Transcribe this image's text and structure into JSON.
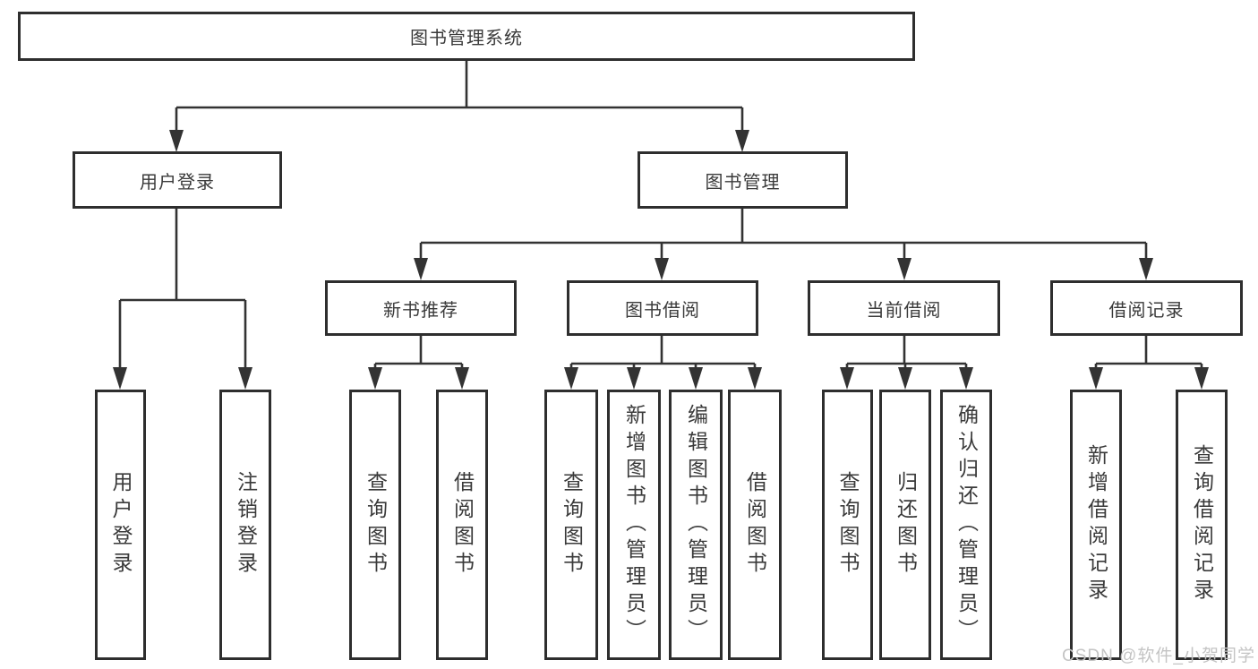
{
  "tree": {
    "root": {
      "label": "图书管理系统"
    },
    "branches": [
      {
        "label": "用户登录",
        "children": [
          {
            "label": "用户登录"
          },
          {
            "label": "注销登录"
          }
        ]
      },
      {
        "label": "图书管理",
        "children": [
          {
            "label": "新书推荐",
            "children": [
              {
                "label": "查询图书"
              },
              {
                "label": "借阅图书"
              }
            ]
          },
          {
            "label": "图书借阅",
            "children": [
              {
                "label": "查询图书"
              },
              {
                "label": "新增图书（管理员）"
              },
              {
                "label": "编辑图书（管理员）"
              },
              {
                "label": "借阅图书"
              }
            ]
          },
          {
            "label": "当前借阅",
            "children": [
              {
                "label": "查询图书"
              },
              {
                "label": "归还图书"
              },
              {
                "label": "确认归还（管理员）"
              }
            ]
          },
          {
            "label": "借阅记录",
            "children": [
              {
                "label": "新增借阅记录"
              },
              {
                "label": "查询借阅记录"
              }
            ]
          }
        ]
      }
    ]
  },
  "watermark": {
    "text": "CSDN @软件_小贺同学"
  },
  "colors": {
    "line": "#333333",
    "text": "#3a3a3a",
    "box_background": "#ffffff",
    "watermark": "#c4c4c4"
  }
}
